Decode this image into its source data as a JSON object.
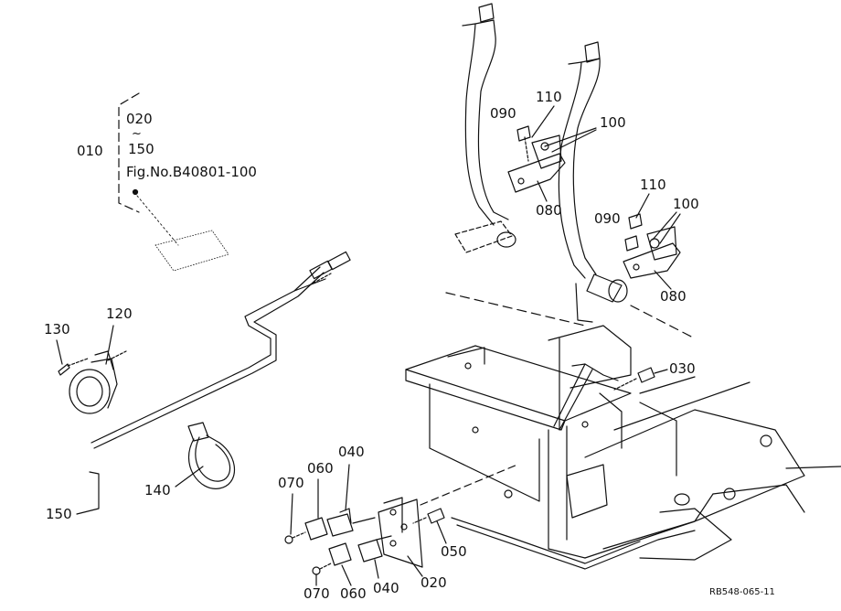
{
  "ref_box": {
    "range_start": "020",
    "range_tilde": "~",
    "range_end": "150",
    "fig_ref": "Fig.No.B40801-100"
  },
  "callouts": {
    "p010": "010",
    "p020": "020",
    "p030": "030",
    "p040a": "040",
    "p040b": "040",
    "p050": "050",
    "p060a": "060",
    "p060b": "060",
    "p070a": "070",
    "p070b": "070",
    "p080a": "080",
    "p080b": "080",
    "p090a": "090",
    "p090b": "090",
    "p100a": "100",
    "p100b": "100",
    "p110a": "110",
    "p110b": "110",
    "p120": "120",
    "p130": "130",
    "p140": "140",
    "p150": "150"
  },
  "drawing_code": "RB548-065-11"
}
